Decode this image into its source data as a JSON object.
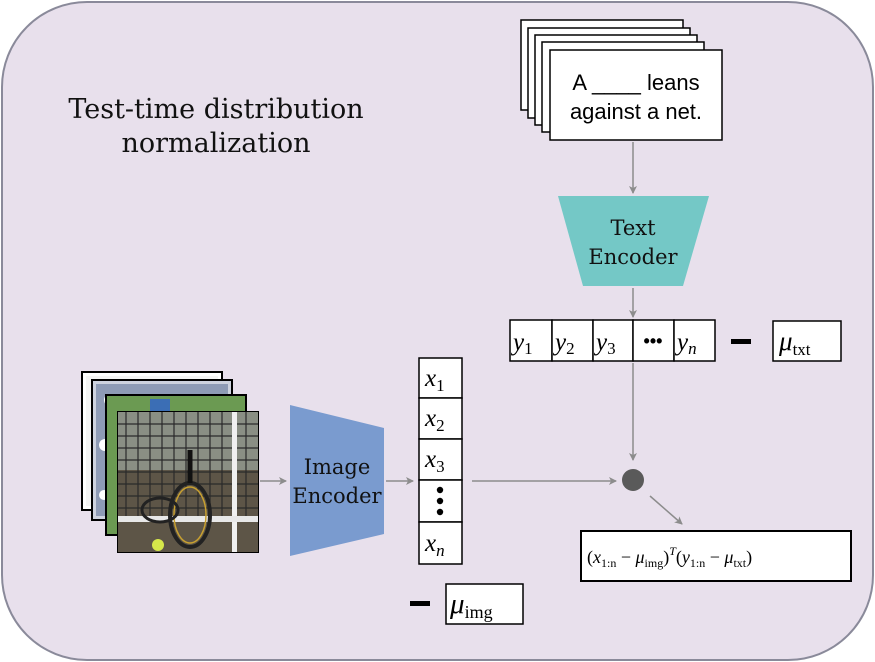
{
  "title": {
    "line1": "Test-time distribution",
    "line2": "normalization"
  },
  "text_card": {
    "line1": "A ____ leans",
    "line2": "against a net."
  },
  "text_encoder": {
    "line1": "Text",
    "line2": "Encoder"
  },
  "image_encoder": {
    "line1": "Image",
    "line2": "Encoder"
  },
  "text_embeddings": {
    "var": "y",
    "subs": [
      "1",
      "2",
      "3",
      "n"
    ],
    "ellipsis": "•••"
  },
  "image_embeddings": {
    "var": "x",
    "subs": [
      "1",
      "2",
      "3",
      "n"
    ],
    "ellipsis": "⋮"
  },
  "minus_symbol": "−",
  "mu_txt": {
    "symbol": "μ",
    "sub": "txt"
  },
  "mu_img": {
    "symbol": "μ",
    "sub": "img"
  },
  "formula": {
    "open1": "(",
    "x": "x",
    "x_sub": "1:n",
    "minus": " − ",
    "mu": "μ",
    "mu_img_sub": "img",
    "close1": ")",
    "T": "T",
    "open2": "(",
    "y": "y",
    "y_sub": "1:n",
    "mu_txt_sub": "txt",
    "close2": ")"
  },
  "colors": {
    "background_panel": "#e8e0ec",
    "panel_border": "#8a8a9a",
    "text_encoder_fill": "#74c8c6",
    "image_encoder_fill": "#7a9bcf",
    "arrow": "#8c8c8c",
    "dot_product_node": "#5a5a5a",
    "card_fill": "#ffffff"
  },
  "icons": {
    "image_stack": "tennis-racket-photo-stack-icon",
    "dot_product": "dot-product-node-icon"
  }
}
